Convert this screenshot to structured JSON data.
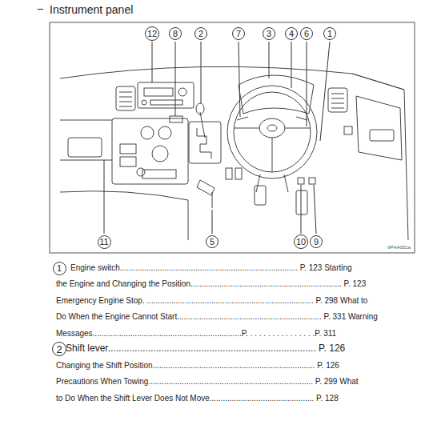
{
  "diagram": {
    "title": "Instrument panel",
    "nodes": [
      {
        "text": [
          "12"
        ]
      },
      {
        "text": [
          "8"
        ]
      },
      {
        "text": [
          "2"
        ]
      },
      {
        "text": [
          "7"
        ]
      },
      {
        "text": [
          "3"
        ]
      },
      {
        "text": [
          "4"
        ]
      },
      {
        "text": [
          "6"
        ]
      },
      {
        "text": [
          "1"
        ]
      },
      {
        "text": [
          "11"
        ]
      },
      {
        "text": [
          "5"
        ]
      },
      {
        "text": [
          "10"
        ]
      },
      {
        "text": [
          "9"
        ]
      },
      {
        "text": [
          "1"
        ]
      },
      {
        "text": [
          "2"
        ]
      }
    ],
    "edges": [],
    "labels": [
      "−",
      "IIPHA051a",
      "Engine switch................................................................................ P. 123 Starting",
      "the Engine and Changing the Position.................................................................... P. 123",
      "Emergency Engine Stop. ........................................................................... P. 298 What to",
      "Do When the Engine Cannot Start................................................................. P. 331 Warning",
      "Messages...................................................................P. . . . . . . . . . . . . . . .P. 311",
      "Shift lever.............................................................................. P.  126",
      "Changing the Shift Position......................................................................... P.  126",
      "Precautions When Towing.......................................................................... P. 299 What",
      "to Do When the Shift Lever Does Not Move............................................... P.  128"
    ]
  }
}
